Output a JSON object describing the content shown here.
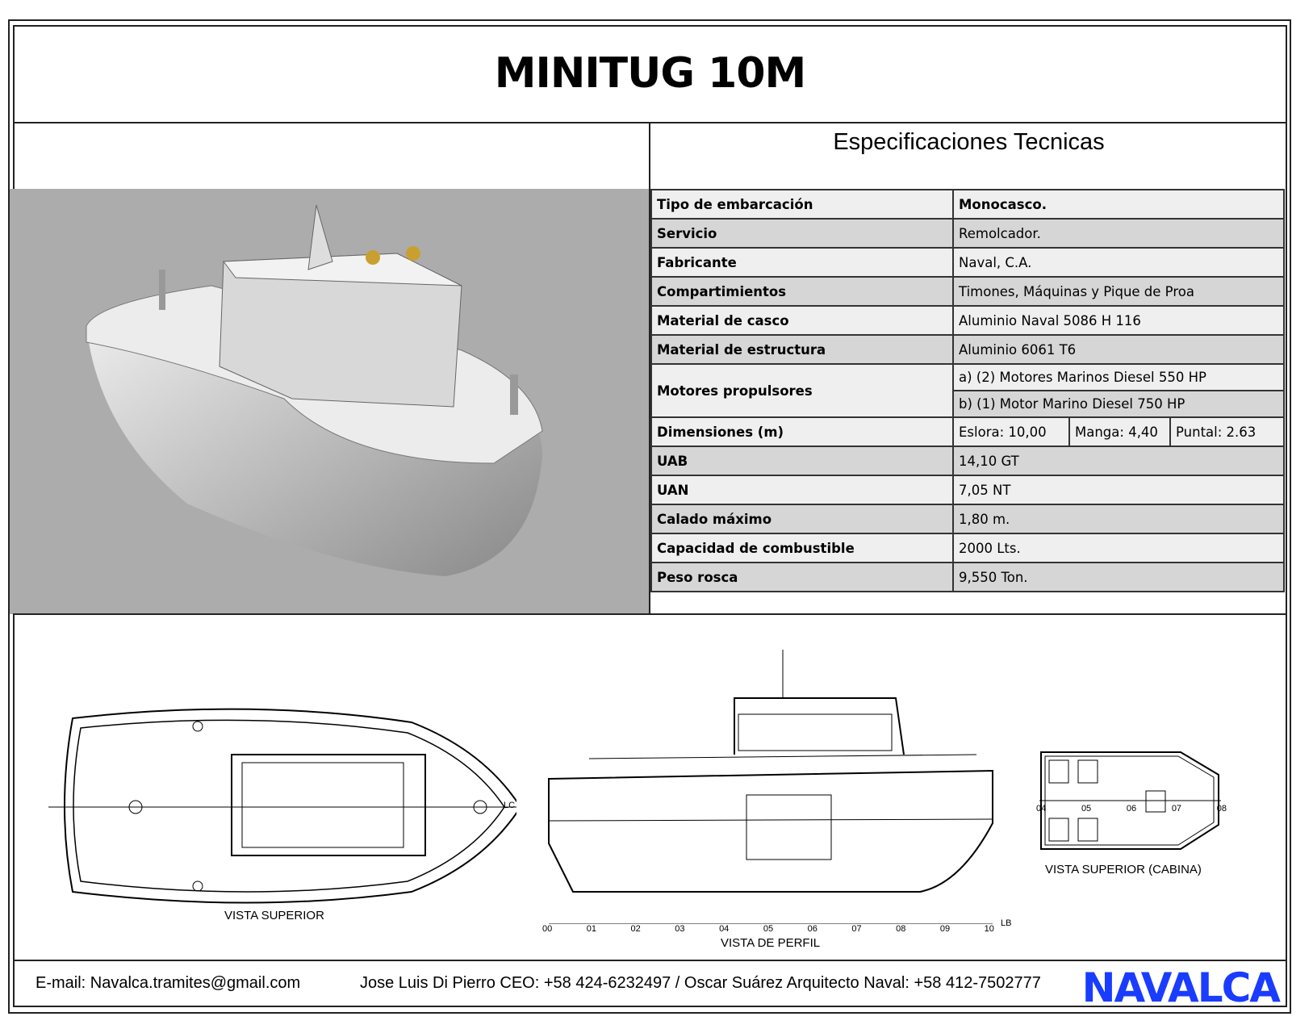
{
  "title": "MINITUG 10M",
  "specs_title": "Especificaciones Tecnicas",
  "specs": [
    {
      "k": "Tipo de embarcación",
      "v": "Monocasco."
    },
    {
      "k": "Servicio",
      "v": "Remolcador."
    },
    {
      "k": "Fabricante",
      "v": "Naval, C.A."
    },
    {
      "k": "Compartimientos",
      "v": "Timones, Máquinas y Pique de Proa"
    },
    {
      "k": "Material de casco",
      "v": "Aluminio Naval 5086 H 116"
    },
    {
      "k": "Material de estructura",
      "v": "Aluminio  6061 T6"
    }
  ],
  "motores": {
    "k": "Motores propulsores",
    "a": "a) (2)  Motores Marinos Diesel 550 HP",
    "b": "b) (1) Motor Marino Diesel 750 HP"
  },
  "dimensiones": {
    "k": "Dimensiones (m)",
    "eslora": "Eslora: 10,00",
    "manga": "Manga: 4,40",
    "puntal": "Puntal: 2.63"
  },
  "specs2": [
    {
      "k": "UAB",
      "v": "14,10 GT"
    },
    {
      "k": "UAN",
      "v": "7,05 NT"
    },
    {
      "k": "Calado máximo",
      "v": "1,80 m."
    },
    {
      "k": "Capacidad de combustible",
      "v": "2000 Lts."
    },
    {
      "k": "Peso rosca",
      "v": "9,550 Ton."
    }
  ],
  "drawings": {
    "top": "VISTA SUPERIOR",
    "profile": "VISTA DE PERFIL",
    "cabin": "VISTA SUPERIOR (CABINA)",
    "lc": "LC",
    "lb": "LB",
    "stations": [
      "00",
      "01",
      "02",
      "03",
      "04",
      "05",
      "06",
      "07",
      "08",
      "09",
      "10"
    ],
    "cabin_stations": [
      "04",
      "05",
      "06",
      "07",
      "08"
    ]
  },
  "footer": {
    "email": "E-mail: Navalca.tramites@gmail.com",
    "contacts": "Jose Luis Di Pierro CEO: +58 424-6232497 / Oscar Suárez Arquitecto Naval: +58 412-7502777",
    "logo": "NAVALCA"
  }
}
